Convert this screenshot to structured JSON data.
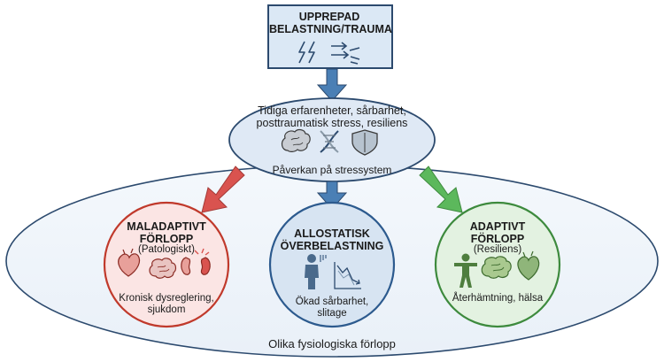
{
  "top_box": {
    "title": "UPPREPAD BELASTNING/TRAUMA"
  },
  "middle": {
    "title": "Tidiga erfarenheter, sårbarhet, posttraumatisk stress, resiliens",
    "subtitle": "Påverkan på stressystem"
  },
  "left_circle": {
    "title": "MALADAPTIVT FÖRLOPP",
    "subtitle": "(Patologiskt)",
    "bottom": "Kronisk dysreglering, sjukdom",
    "color": "#d9534f"
  },
  "center_circle": {
    "title": "ALLOSTATISK ÖVERBELASTNING",
    "bottom": "Ökad sårbarhet, slitage",
    "color": "#4a7fb5"
  },
  "right_circle": {
    "title": "ADAPTIVT FÖRLOPP",
    "subtitle": "(Resiliens)",
    "bottom": "Återhämtning, hälsa",
    "color": "#5cb85c"
  },
  "footer": "Olika fysiologiska förlopp",
  "icons": [
    "lightning-icon",
    "arrows-icon",
    "brain-icon",
    "dna-icon",
    "shield-icon",
    "heart-icon",
    "kidney-icon",
    "person-icon",
    "chart-decline-icon",
    "figure-icon"
  ]
}
